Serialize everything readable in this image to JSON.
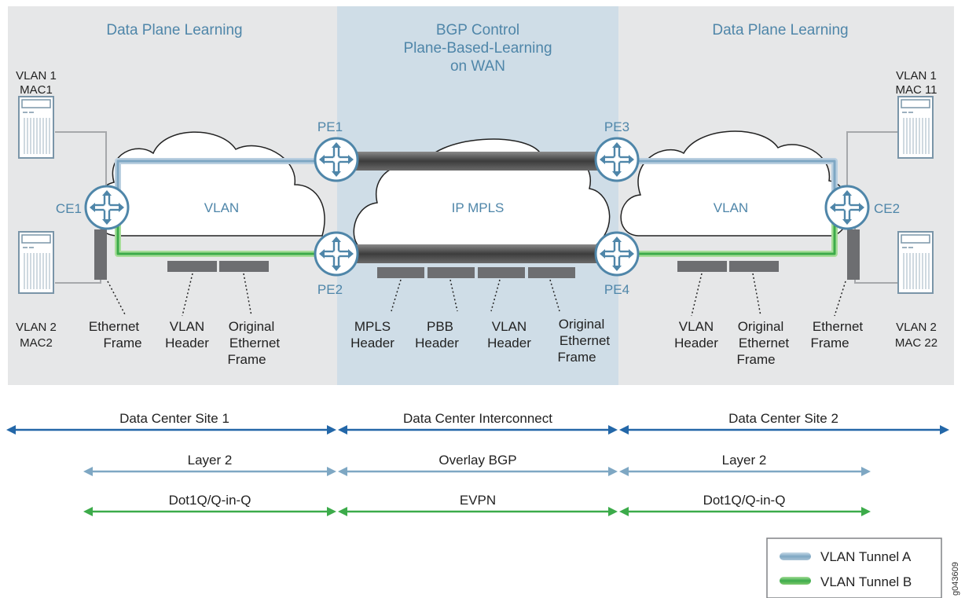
{
  "zones": {
    "left": "Data Plane Learning",
    "center": [
      "BGP Control",
      "Plane-Based-Learning",
      "on WAN"
    ],
    "right": "Data Plane Learning"
  },
  "hosts": {
    "left_top": [
      "VLAN 1",
      "MAC1"
    ],
    "left_bottom": [
      "VLAN 2",
      "MAC2"
    ],
    "right_top": [
      "VLAN 1",
      "MAC 11"
    ],
    "right_bottom": [
      "VLAN 2",
      "MAC 22"
    ]
  },
  "routers": {
    "pe1": "PE1",
    "pe2": "PE2",
    "pe3": "PE3",
    "pe4": "PE4",
    "ce1": "CE1",
    "ce2": "CE2"
  },
  "clouds": {
    "left": "VLAN",
    "center": "IP MPLS",
    "right": "VLAN"
  },
  "frame_labels": {
    "left": [
      [
        "Ethernet",
        "Frame"
      ],
      [
        "VLAN",
        "Header"
      ],
      [
        "Original",
        "Ethernet",
        "Frame"
      ]
    ],
    "center": [
      [
        "MPLS",
        "Header"
      ],
      [
        "PBB",
        "Header"
      ],
      [
        "VLAN",
        "Header"
      ],
      [
        "Original",
        "Ethernet",
        "Frame"
      ]
    ],
    "right": [
      [
        "VLAN",
        "Header"
      ],
      [
        "Original",
        "Ethernet",
        "Frame"
      ],
      [
        "Ethernet",
        "Frame"
      ]
    ]
  },
  "spans": {
    "row1": [
      "Data Center Site 1",
      "Data Center Interconnect",
      "Data Center Site 2"
    ],
    "row2": [
      "Layer 2",
      "Overlay BGP",
      "Layer 2"
    ],
    "row3": [
      "Dot1Q/Q-in-Q",
      "EVPN",
      "Dot1Q/Q-in-Q"
    ]
  },
  "legend": {
    "tunnel_a": "VLAN Tunnel A",
    "tunnel_b": "VLAN Tunnel B"
  },
  "figure_id": "g043609",
  "colors": {
    "zone_gray": "#e6e7e8",
    "zone_blue": "#cfdde7",
    "tunnel_a": "#8fb2cc",
    "tunnel_b": "#62b84e",
    "mpls_pipe": "#444444",
    "router": "#4f86a9",
    "arrow_blue": "#2367a8",
    "arrow_lightblue": "#7ea7c3",
    "arrow_green": "#3cab4a"
  }
}
